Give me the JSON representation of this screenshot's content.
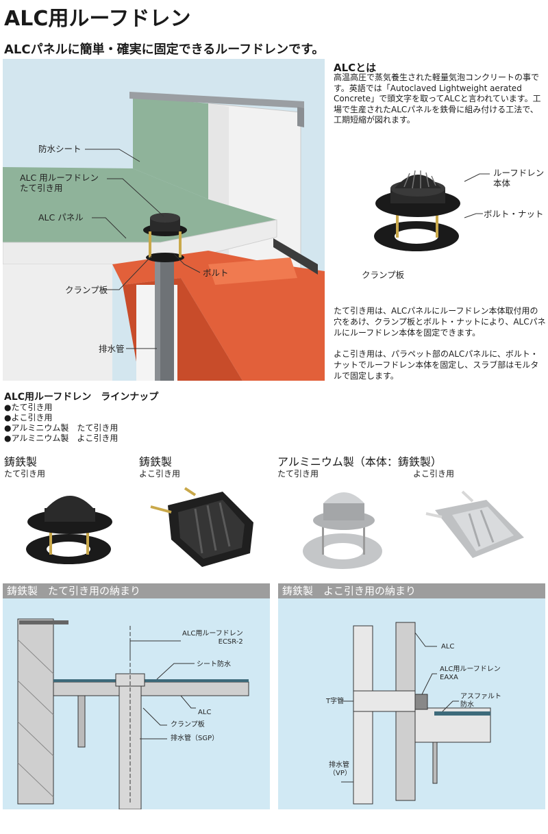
{
  "title": "ALC用ルーフドレン",
  "subtitle": "ALCパネルに簡単・確実に固定できるルーフドレンです。",
  "hero": {
    "labels": {
      "sheet": "防水シート",
      "drain": "ALC 用ルーフドレン\nたて引き用",
      "panel": "ALC パネル",
      "bolt": "ボルト",
      "clamp": "クランプ板",
      "pipe": "排水管"
    }
  },
  "alc": {
    "title": "ALCとは",
    "body": "高温高圧で蒸気養生された軽量気泡コンクリートの事です。英語では「Autoclaved Lightweight aerated Concrete」で頭文字を取ってALCと言われています。工場で生産されたALCパネルを鉄骨に組み付ける工法で、工期短縮が図れます。"
  },
  "detail": {
    "labels": {
      "body": "ルーフドレン\n本体",
      "bolt": "ボルト・ナット",
      "clamp": "クランプ板"
    }
  },
  "description": {
    "vertical": "たて引き用は、ALCパネルにルーフドレン本体取付用の穴をあけ、クランプ板とボルト・ナットにより、ALCパネルにルーフドレン本体を固定できます。",
    "horizontal": "よこ引き用は、パラペット部のALCパネルに、ボルト・ナットでルーフドレン本体を固定し、スラブ部はモルタルで固定します。"
  },
  "lineup": {
    "title": "ALC用ルーフドレン　ラインナップ",
    "items": [
      "たて引き用",
      "よこ引き用",
      "アルミニウム製　たて引き用",
      "アルミニウム製　よこ引き用"
    ]
  },
  "products": {
    "cast_head_1": "鋳鉄製",
    "cast_sub_1": "たて引き用",
    "cast_head_2": "鋳鉄製",
    "cast_sub_2": "よこ引き用",
    "alu_head": "アルミニウム製（本体：鋳鉄製）",
    "alu_sub_1": "たて引き用",
    "alu_sub_2": "よこ引き用"
  },
  "panel_left": {
    "header": "鋳鉄製　たて引き用の納まり",
    "labels": {
      "drain": "ALC用ルーフドレン\nECSR-2",
      "sheet": "シート防水",
      "alc": "ALC",
      "clamp": "クランプ板",
      "pipe": "排水管（SGP）"
    }
  },
  "panel_right": {
    "header": "鋳鉄製　よこ引き用の納まり",
    "labels": {
      "alc": "ALC",
      "drain": "ALC用ルーフドレン\nEAXA",
      "asphalt": "アスファルト\n防水",
      "tee": "T字管",
      "pipe": "排水管\n（VP）"
    }
  },
  "colors": {
    "hero_bg": "#d3e6ef",
    "roof_green": "#8fb39a",
    "steel_orange": "#e2603a",
    "panel_bg": "#d1e9f4",
    "panel_header": "#9d9d9d",
    "drain_black": "#1a1a1a"
  }
}
